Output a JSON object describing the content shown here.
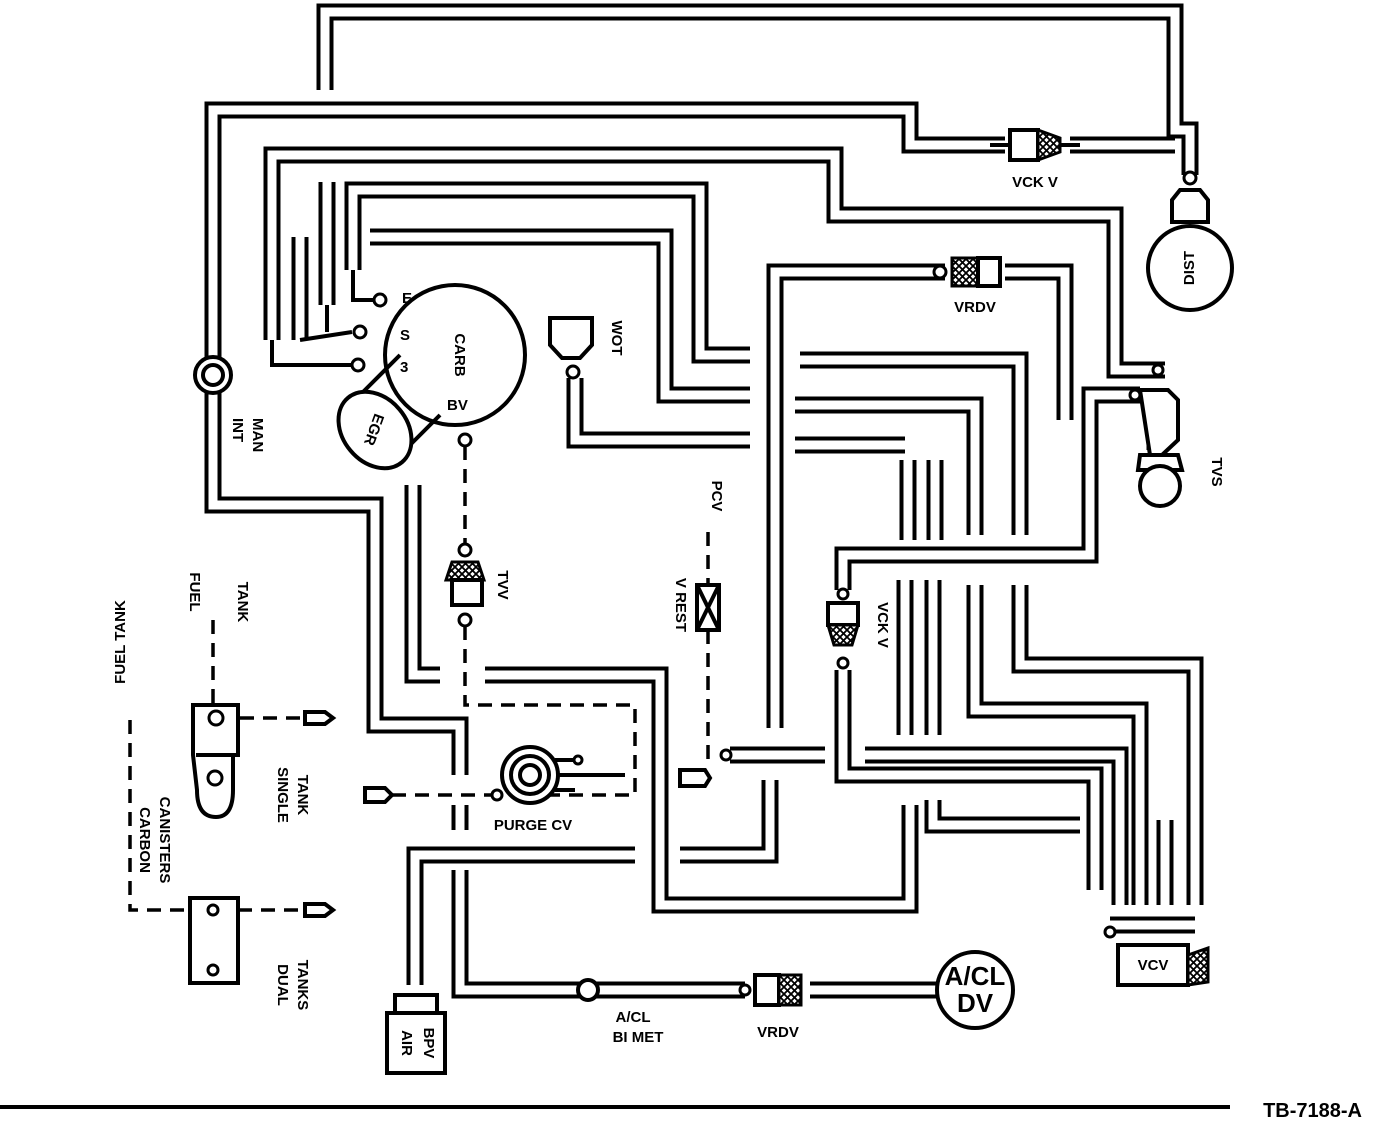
{
  "labels": {
    "vck_v_top": "VCK V",
    "dist": "DIST",
    "vrdv_top": "VRDV",
    "carb": "CARB",
    "port_e": "E",
    "port_s": "S",
    "port_3": "3",
    "port_bv": "BV",
    "wot": "WOT",
    "int_man_1": "INT",
    "int_man_2": "MAN",
    "egr": "EGR",
    "tvs": "TVS",
    "pcv": "PCV",
    "v_rest": "V REST",
    "tvv": "TVV",
    "vck_v_mid": "VCK V",
    "fuel_tank_1": "FUEL",
    "fuel_tank_2": "TANK",
    "fuel_tank_side": "FUEL TANK",
    "carbon_1": "CARBON",
    "carbon_2": "CANISTERS",
    "single_1": "SINGLE",
    "single_2": "TANK",
    "dual_1": "DUAL",
    "dual_2": "TANKS",
    "purge_cv": "PURGE CV",
    "acl_bimet_1": "A/CL",
    "acl_bimet_2": "BI MET",
    "vrdv_bottom": "VRDV",
    "acl_dv_1": "A/CL",
    "acl_dv_2": "DV",
    "vcv": "VCV",
    "air_bpv_1": "AIR",
    "air_bpv_2": "BPV",
    "ref": "TB-7188-A"
  }
}
